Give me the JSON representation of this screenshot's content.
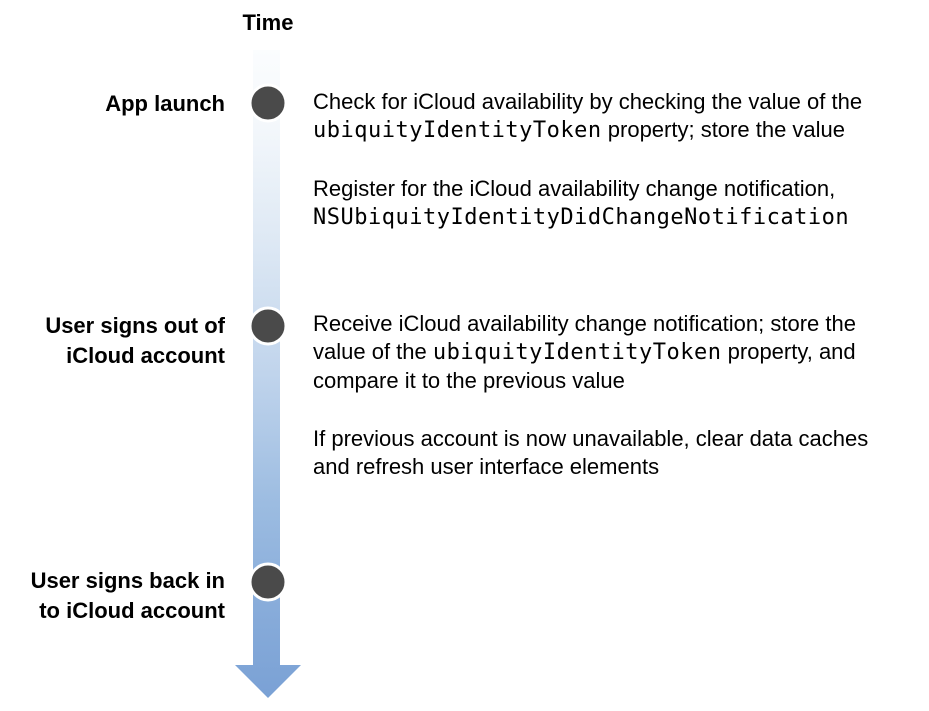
{
  "page": {
    "background_color": "#ffffff",
    "text_color": "#000000"
  },
  "header": {
    "time_label": "Time"
  },
  "timeline": {
    "node_color": "#4a4a4a",
    "node_ring_color": "#ffffff",
    "bar_gradient_top": "#fbfdfe",
    "bar_gradient_bottom": "#7aa1d5",
    "arrow_tip_color": "#7aa1d5",
    "events": [
      {
        "id": "app-launch",
        "label": {
          "lines": [
            "App launch"
          ]
        },
        "paragraphs": {
          "p1": {
            "line1": "Check for iCloud availability by checking the value of the",
            "code": "ubiquityIdentityToken",
            "after_code": " property; store the value"
          },
          "p2": {
            "line1": "Register for the iCloud availability change notification,",
            "code": "NSUbiquityIdentityDidChangeNotification"
          }
        }
      },
      {
        "id": "user-signs-out",
        "label": {
          "lines": [
            "User signs out of",
            "iCloud account"
          ]
        },
        "paragraphs": {
          "p1": {
            "line1": "Receive iCloud availability change notification; store the",
            "line2_before_code": "value of the ",
            "code": "ubiquityIdentityToken",
            "line2_after_code": " property, and",
            "line3": "compare it to the previous value"
          },
          "p2": {
            "line1": "If previous account is now unavailable, clear data caches",
            "line2": "and refresh user interface elements"
          }
        }
      },
      {
        "id": "user-signs-back-in",
        "label": {
          "lines": [
            "User signs back in",
            "to iCloud account"
          ]
        }
      }
    ]
  }
}
